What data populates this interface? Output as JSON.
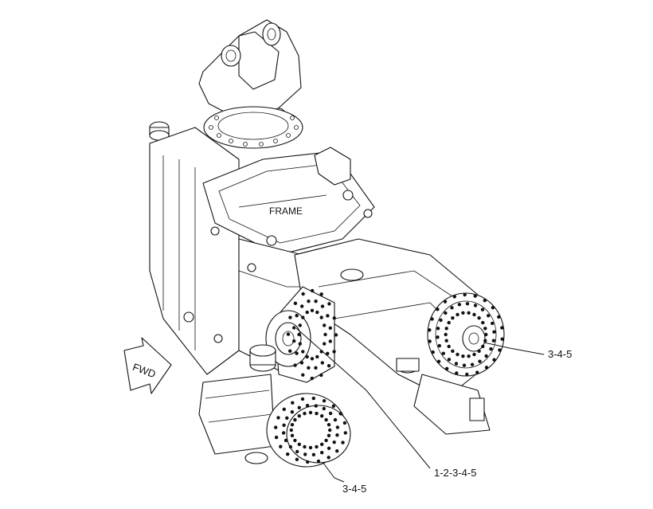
{
  "labels": {
    "frame": "FRAME",
    "fwd": "FWD",
    "callout_right": "3-4-5",
    "callout_bottom_center": "1-2-3-4-5",
    "callout_bottom_left": "3-4-5"
  }
}
